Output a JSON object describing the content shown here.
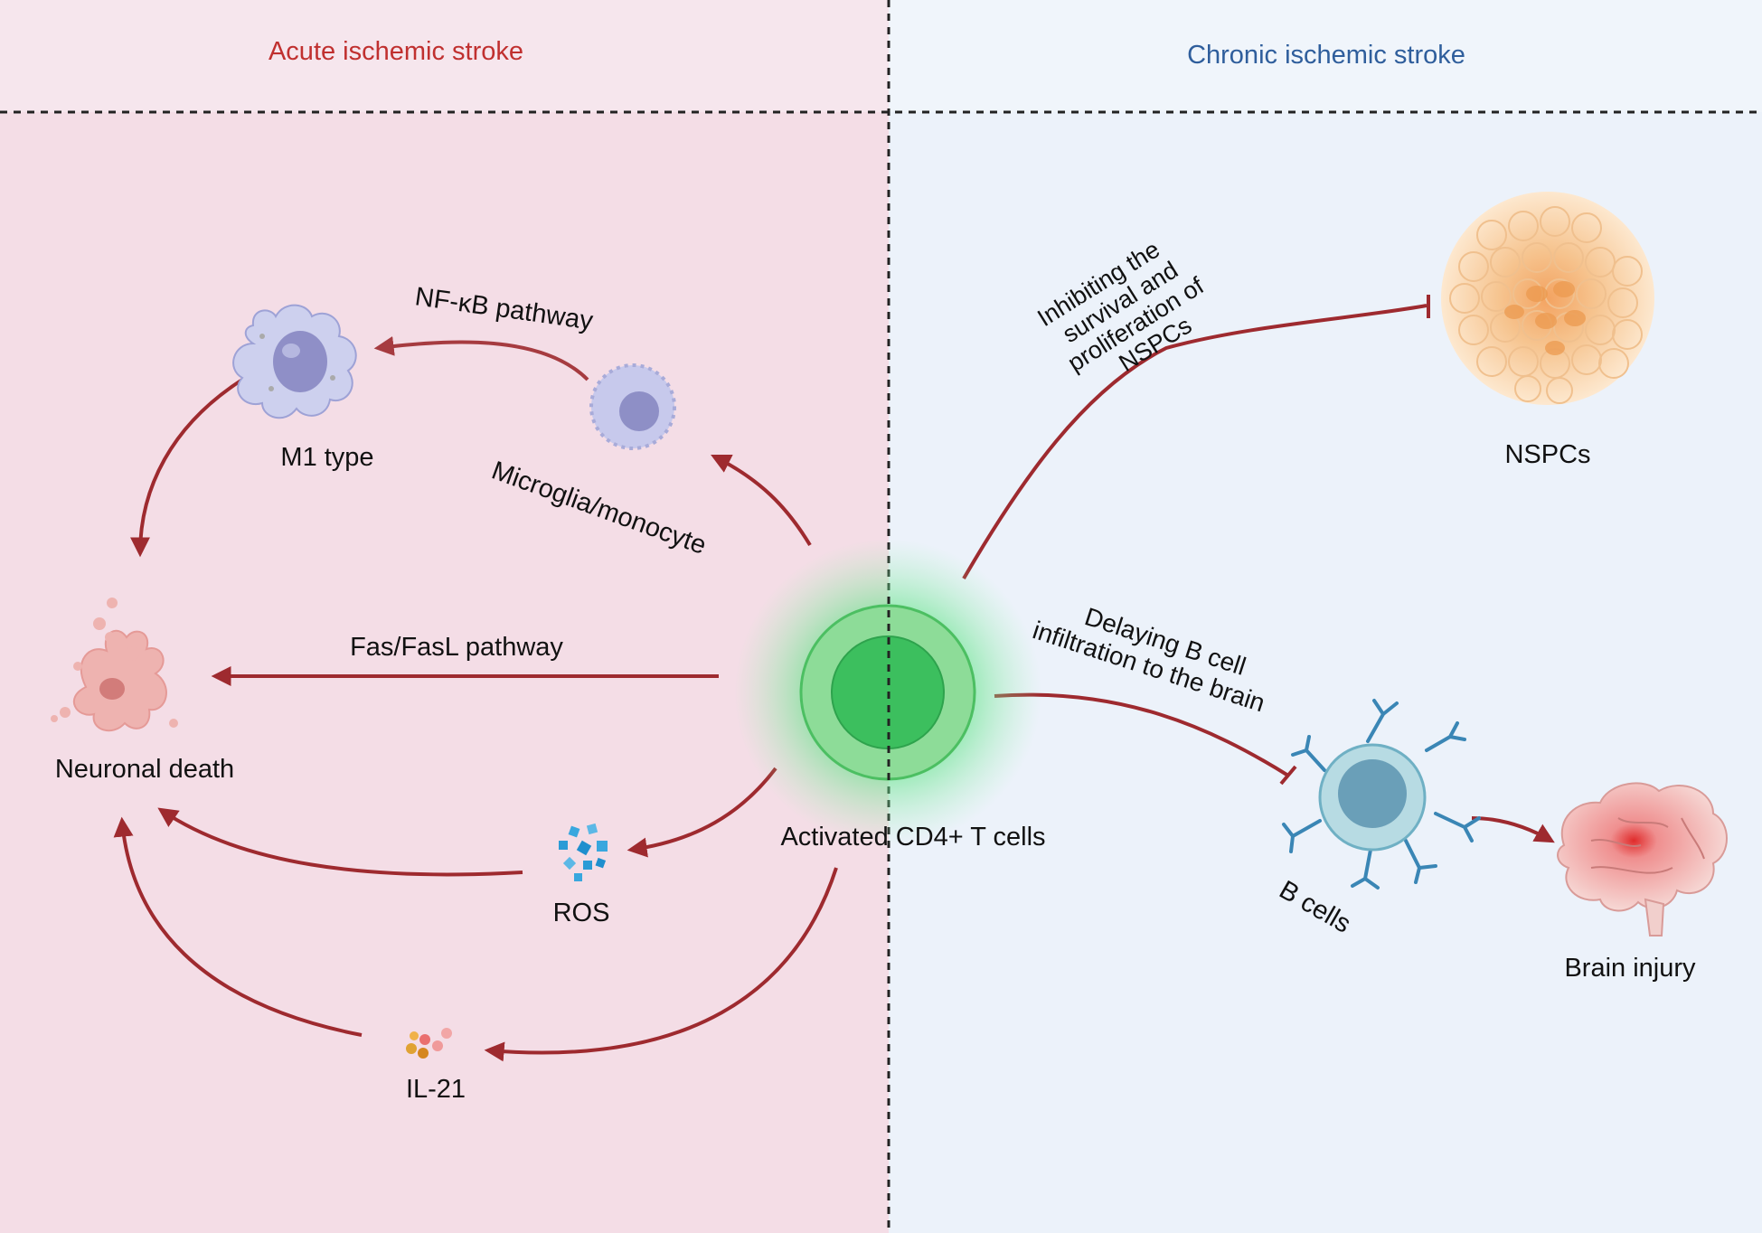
{
  "headers": {
    "acute": "Acute ischemic stroke",
    "chronic": "Chronic ischemic stroke"
  },
  "center": {
    "label": "Activated CD4+ T cells"
  },
  "nodes": {
    "m1": "M1 type",
    "microglia": "Microglia/monocyte",
    "neuronal_death": "Neuronal death",
    "ros": "ROS",
    "il21": "IL-21",
    "nspcs": "NSPCs",
    "b_cells": "B cells",
    "brain_injury": "Brain injury"
  },
  "pathways": {
    "nfkb": "NF-κB pathway",
    "fas": "Fas/FasL pathway",
    "nspc_line1": "Inhibiting the",
    "nspc_line2": "survival and",
    "nspc_line3": "proliferation of",
    "nspc_line4": "NSPCs",
    "bcell_line1": "Delaying B cell",
    "bcell_line2": "infiltration to the brain"
  },
  "colors": {
    "acute_bg": "#f4dde6",
    "chronic_bg": "#ecf2fa",
    "acute_text": "#c0302f",
    "chronic_text": "#2f5e9c",
    "arrow": "#9e2a2f"
  }
}
